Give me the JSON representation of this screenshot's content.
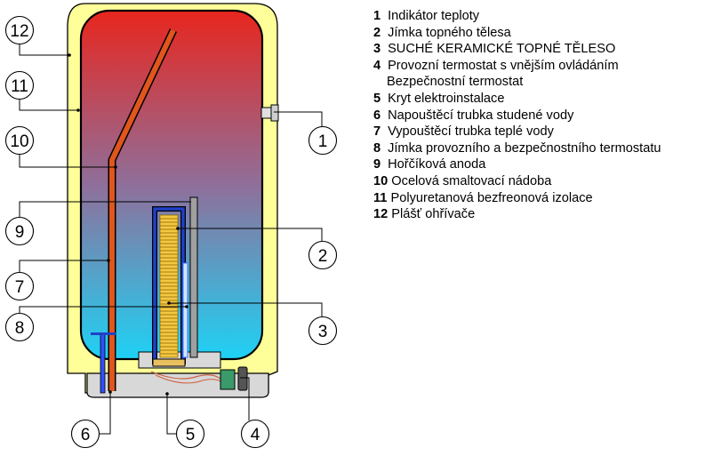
{
  "callouts": [
    {
      "id": "1",
      "label": "1"
    },
    {
      "id": "2",
      "label": "2"
    },
    {
      "id": "3",
      "label": "3"
    },
    {
      "id": "4",
      "label": "4"
    },
    {
      "id": "5",
      "label": "5"
    },
    {
      "id": "6",
      "label": "6"
    },
    {
      "id": "7",
      "label": "7"
    },
    {
      "id": "8",
      "label": "8"
    },
    {
      "id": "9",
      "label": "9"
    },
    {
      "id": "10",
      "label": "10"
    },
    {
      "id": "11",
      "label": "11"
    },
    {
      "id": "12",
      "label": "12"
    }
  ],
  "legend": [
    {
      "num": "1",
      "text": "Indikátor teploty"
    },
    {
      "num": "2",
      "text": "Jímka topného tělesa"
    },
    {
      "num": "3",
      "text": "SUCHÉ KERAMICKÉ TOPNÉ TĚLESO"
    },
    {
      "num": "4",
      "text": "Provozní termostat s vnějším ovládáním",
      "text2": "Bezpečnostní termostat"
    },
    {
      "num": "5",
      "text": "Kryt elektroinstalace"
    },
    {
      "num": "6",
      "text": "Napouštěcí trubka studené vody"
    },
    {
      "num": "7",
      "text": "Vypouštěcí trubka teplé vody"
    },
    {
      "num": "8",
      "text": "Jímka provozního a bezpečnostního termostatu"
    },
    {
      "num": "9",
      "text": "Hořčíková anoda"
    },
    {
      "num": "10",
      "text": "Ocelová smaltovací nádoba"
    },
    {
      "num": "11",
      "text": "Polyuretanová bezfreonová izolace"
    },
    {
      "num": "12",
      "text": "Plášť ohřívače"
    }
  ],
  "colors": {
    "jacket": "#ffff99",
    "water_hot": "#e8261e",
    "water_mid": "#8f6f9a",
    "water_cold": "#1ed2f5",
    "hot_pipe": "#e0561c",
    "sheath_blue": "#2040c8",
    "element_yellow": "#f5c842",
    "anode_gray": "#a0a0a0",
    "thermostat_green": "#3a9a6a",
    "base_gray": "#d8d8d8"
  }
}
